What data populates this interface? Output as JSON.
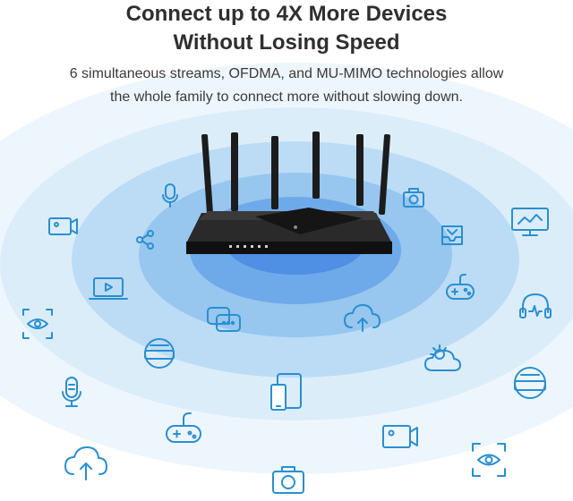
{
  "headline": {
    "line1": "Connect up to 4X More Devices",
    "line2": "Without Losing Speed"
  },
  "subline": {
    "line1": "6 simultaneous streams, OFDMA, and MU-MIMO technologies allow",
    "line2": "the whole family to connect more without slowing down."
  },
  "colors": {
    "icon": "#2a8fd0",
    "ring_light": "#e4f1fb",
    "ring_dark": "#5aa3e6",
    "router_body": "#1c1c1c"
  },
  "device_icons": [
    "microphone-icon",
    "camera-icon",
    "video-camera-icon",
    "share-icon",
    "tray-icon",
    "monitor-icon",
    "laptop-icon",
    "gamepad-icon",
    "eye-scan-icon",
    "chat-icon",
    "cloud-upload-icon",
    "headset-icon",
    "vr-headset-icon",
    "weather-icon",
    "microphone-icon",
    "phone-tablet-icon",
    "vr-headset-icon",
    "gamepad-icon",
    "video-camera-icon",
    "cloud-upload-icon",
    "camera-icon",
    "eye-scan-icon"
  ]
}
